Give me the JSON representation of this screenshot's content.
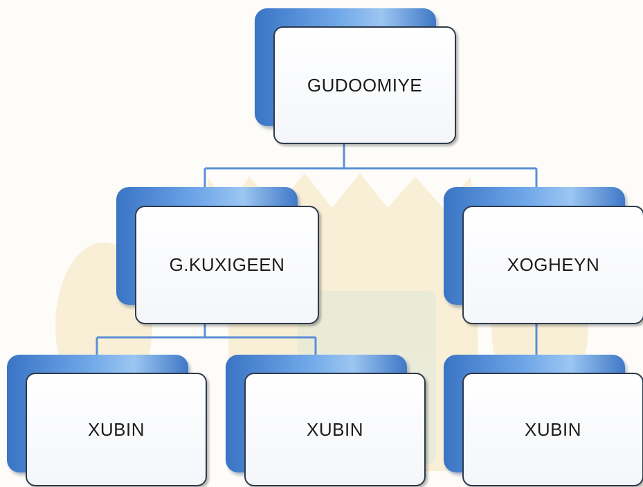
{
  "diagram": {
    "root": {
      "label": "GUDOOMIYE"
    },
    "left_child": {
      "label": "G.KUXIGEEN"
    },
    "right_child": {
      "label": "XOGHEYN"
    },
    "members": [
      {
        "label": "XUBIN"
      },
      {
        "label": "XUBIN"
      },
      {
        "label": "XUBIN"
      }
    ]
  },
  "colors": {
    "box_accent": "#4a86d8",
    "connector": "#5b8fd6",
    "watermark": "#f3d9a6"
  }
}
